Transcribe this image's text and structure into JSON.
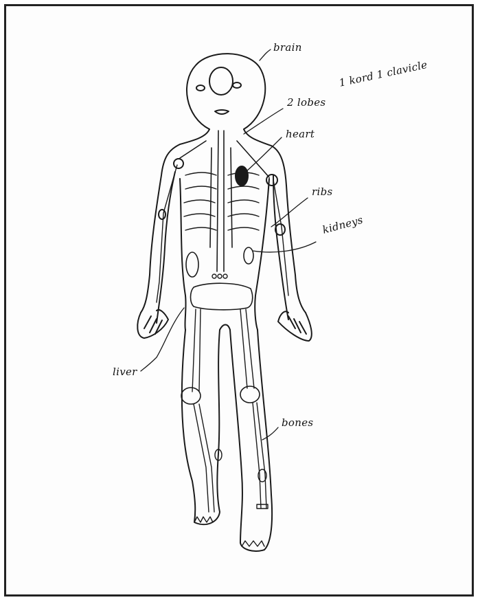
{
  "colors": {
    "ink": "#1a1a1a",
    "paper": "#fdfdfd",
    "border": "#222222"
  },
  "labels": {
    "brain": "brain",
    "lobes": "2 lobes",
    "kidneys_top": "1 kord 1 clavicle",
    "heart": "heart",
    "ribs": "ribs",
    "kidneys": "kidneys",
    "liver": "liver",
    "bones": "bones"
  }
}
